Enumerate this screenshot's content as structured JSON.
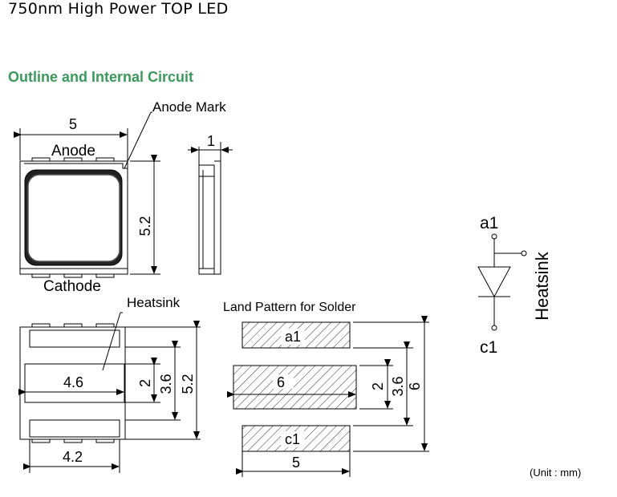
{
  "title": "750nm High Power TOP LED",
  "section_title": "Outline and Internal Circuit",
  "labels": {
    "anode_mark": "Anode Mark",
    "anode": "Anode",
    "cathode": "Cathode",
    "heatsink_pointer": "Heatsink",
    "land_pattern": "Land Pattern for Solder",
    "pad_a1": "a1",
    "pad_c1": "c1",
    "circuit_a1": "a1",
    "circuit_c1": "c1",
    "circuit_heatsink": "Heatsink"
  },
  "dimensions": {
    "top_width": "5",
    "top_height": "5.2",
    "side_width": "1",
    "bottom_heatsink_width": "4.6",
    "bottom_heatsink_height": "2",
    "bottom_inner_height": "3.6",
    "bottom_total_height": "5.2",
    "bottom_width": "4.2",
    "land_center_width": "6",
    "land_center_height": "2",
    "land_inner_height": "3.6",
    "land_total_height": "6",
    "land_width": "5"
  },
  "unit_note": "(Unit : mm)"
}
